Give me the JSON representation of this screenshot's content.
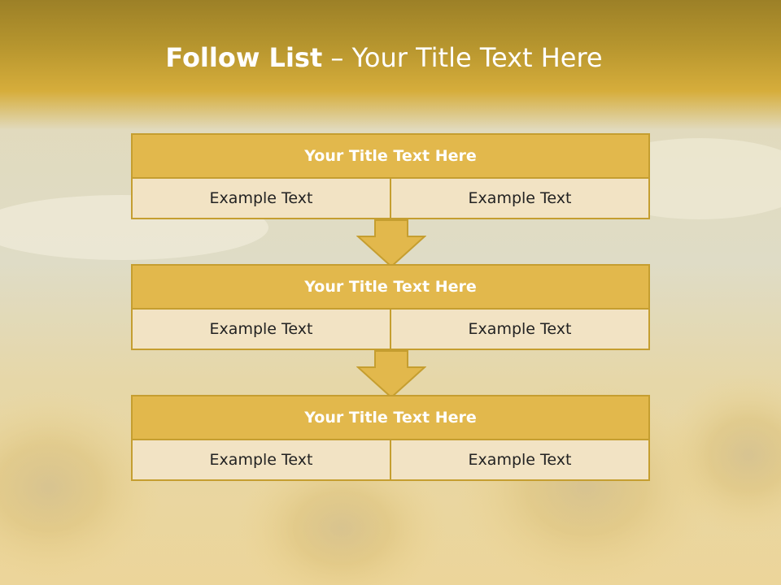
{
  "slide": {
    "title_bold": "Follow List",
    "title_rest": " – Your Title Text Here"
  },
  "steps": [
    {
      "title": "Your Title Text Here",
      "left": "Example Text",
      "right": "Example Text"
    },
    {
      "title": "Your Title Text Here",
      "left": "Example Text",
      "right": "Example Text"
    },
    {
      "title": "Your Title Text Here",
      "left": "Example Text",
      "right": "Example Text"
    }
  ],
  "colors": {
    "header_gold": "#d6ad3b",
    "box_gold": "#e2b84c",
    "cell_cream": "#f2e3c4",
    "border_gold": "#c59e30"
  }
}
